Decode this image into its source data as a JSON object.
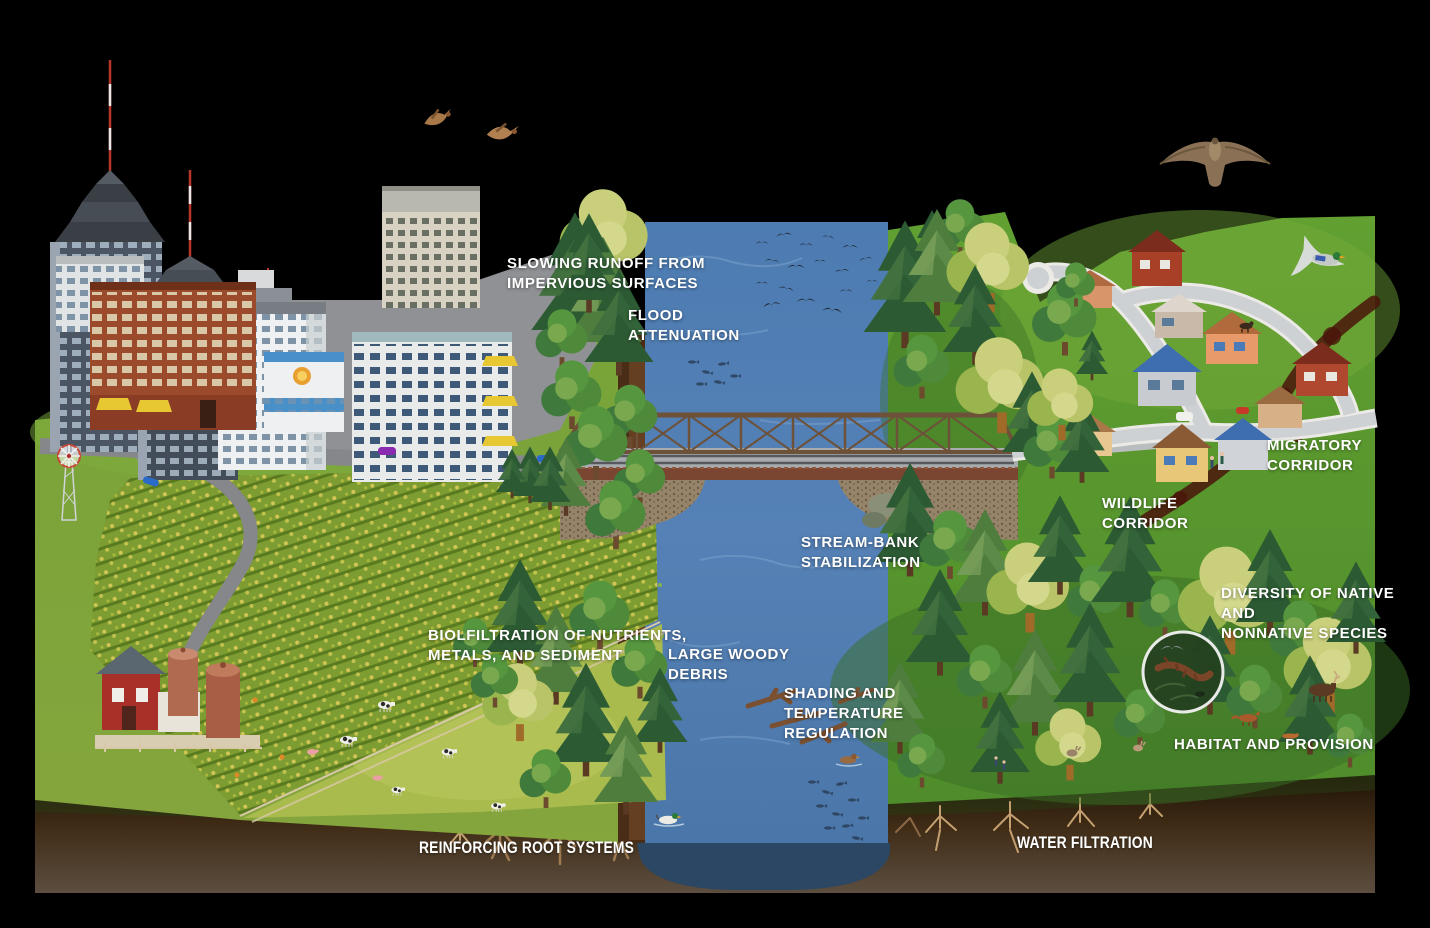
{
  "illustration": {
    "subject": "riparian-buffer-ecosystem-services-diagram",
    "labels": {
      "slowing_runoff": "SLOWING RUNOFF FROM\nIMPERVIOUS SURFACES",
      "flood_attenuation": "FLOOD\nATTENUATION",
      "stream_bank": "STREAM-BANK\nSTABILIZATION",
      "migratory_corridor": "MIGRATORY\nCORRIDOR",
      "wildlife_corridor": "WILDLIFE\nCORRIDOR",
      "diversity": "DIVERSITY OF NATIVE AND\nNONNATIVE SPECIES",
      "habitat": "HABITAT AND PROVISION",
      "biofiltration": "BIOLFILTRATION OF NUTRIENTS,\nMETALS, AND SEDIMENT",
      "large_woody_debris": "LARGE WOODY\nDEBRIS",
      "shading": "SHADING AND\nTEMPERATURE\nREGULATION",
      "reinforcing_roots": "REINFORCING ROOT SYSTEMS",
      "water_filtration": "WATER FILTRATION"
    },
    "colors": {
      "background": "#000000",
      "water": "#5581b6",
      "riverbed": "#2c4763",
      "soil_dark": "#24160a",
      "soil_light": "#5c4a38",
      "grass": "#6aa134",
      "cornfield": "#7d9c31",
      "pasture": "#aabb4e",
      "forest_dark": "#2c5a33",
      "forest_light": "#b9c469",
      "city_road": "#8f9194",
      "suburb_road": "#cdd1d3",
      "bridge_truss": "#6d5138",
      "trail": "#4a150a",
      "label_text": "#ffffff"
    },
    "figures": [
      "eagle-icon",
      "songbird-flock-icon",
      "flying-ducks-icon",
      "mallard-duck-icon",
      "deer-icon",
      "fox-icon",
      "rabbit-icon",
      "cow-icon",
      "pig-icon",
      "fish-icon",
      "salamander-icon",
      "windmill-icon",
      "bridge-icon",
      "magnifier-circle-icon"
    ]
  }
}
